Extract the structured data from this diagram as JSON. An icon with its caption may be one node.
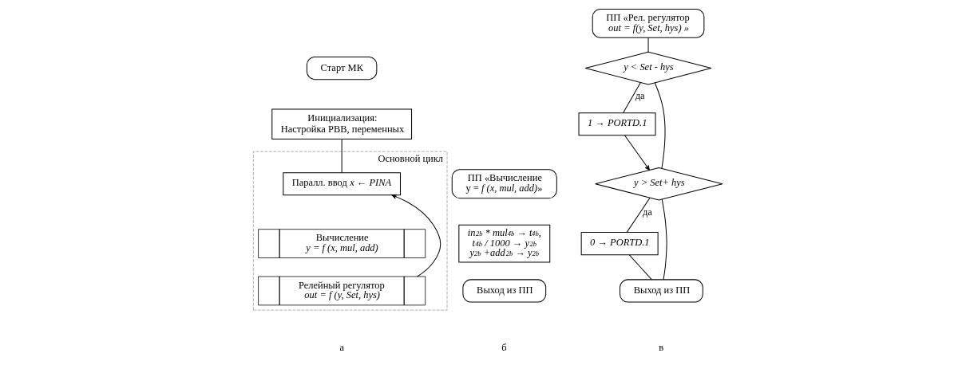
{
  "diagram": {
    "nodes": [
      {
        "text": [
          "Старт МК"
        ]
      },
      {
        "text": [
          "Инициализация:",
          "Настройка РВВ, переменных"
        ]
      },
      {
        "text": [
          "Основной цикл"
        ]
      },
      {
        "text": [
          "Паралл. ввод *x* ← *PINA*"
        ],
        "in": 2
      },
      {
        "text": [
          "Вычисление",
          "*y = f (x, mul, add)*"
        ],
        "in": 2
      },
      {
        "text": [
          "Релейный регулятор",
          "*out = f (y, Set, hys)*"
        ],
        "in": 2
      },
      {
        "text": [
          "ПП «Вычисление",
          "y = *f (x, mul, add)*»"
        ]
      },
      {
        "text": [
          "in$_{2b}$ * mul$_{4b}$ → t$_{4b}$,",
          "t$_{4b}$ / 1000 → y$_{2b}$",
          "y$_{2b}$ +add$_{2b}$ → y$_{2b}$"
        ]
      },
      {
        "text": [
          "Выход из ПП"
        ]
      },
      {
        "text": [
          "ПП «Рел. регулятор",
          "out = f(y, Set, hys) »"
        ]
      },
      {
        "text": [
          "*y < Set - hys*"
        ]
      },
      {
        "text": [
          "*1 → PORTD.1*"
        ]
      },
      {
        "text": [
          "*y > Set+ hys*"
        ]
      },
      {
        "text": [
          "*0 → PORTD.1*"
        ]
      },
      {
        "text": [
          "Выход из ПП"
        ]
      }
    ],
    "edges": [
      {
        "from": 1,
        "to": 3,
        "arrow": "none"
      },
      {
        "from": 5,
        "to": 3,
        "arrow": "to"
      },
      {
        "from": 9,
        "to": 10,
        "arrow": "none"
      },
      {
        "from": 10,
        "to": 11,
        "arrow": "none",
        "label": "да"
      },
      {
        "from": 11,
        "to": 12,
        "arrow": "to"
      },
      {
        "from": 10,
        "to": 12,
        "arrow": "none"
      },
      {
        "from": 12,
        "to": 13,
        "arrow": "none",
        "label": "да"
      },
      {
        "from": 13,
        "to": 14,
        "arrow": "none"
      },
      {
        "from": 12,
        "to": 14,
        "arrow": "none"
      }
    ],
    "labels": [
      "а",
      "б",
      "в"
    ]
  }
}
